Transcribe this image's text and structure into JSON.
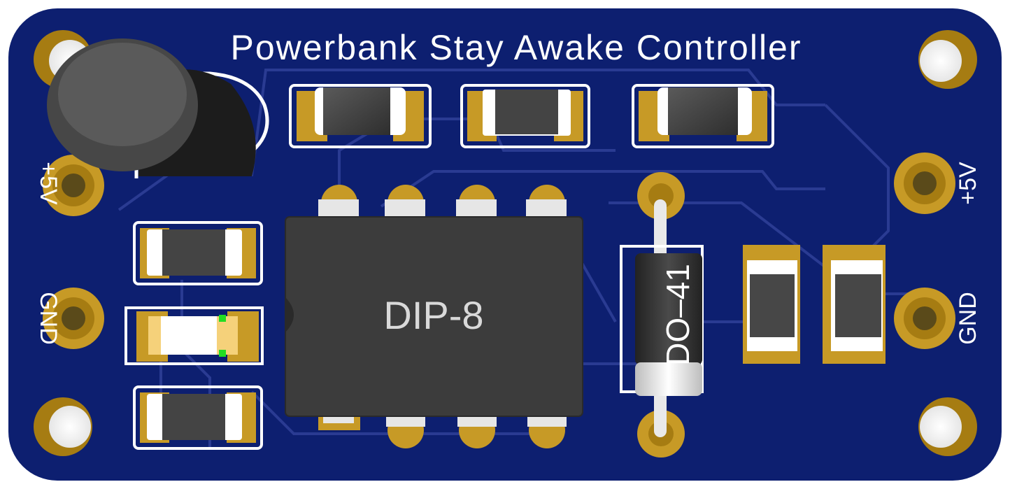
{
  "board": {
    "title": "Powerbank Stay Awake Controller",
    "colors": {
      "substrate": "#0d1f70",
      "trace": "#2a3b92",
      "pad": "#c79a26",
      "pad_dark": "#a67c12",
      "silkscreen": "#ffffff",
      "component_body": "#3f3f3f",
      "hole": "#ffffff"
    }
  },
  "labels": {
    "left_top": "+5V",
    "left_bottom": "GND",
    "right_top": "+5V",
    "right_bottom": "GND"
  },
  "components": {
    "ic": "DIP-8",
    "diode": "DO–41"
  }
}
